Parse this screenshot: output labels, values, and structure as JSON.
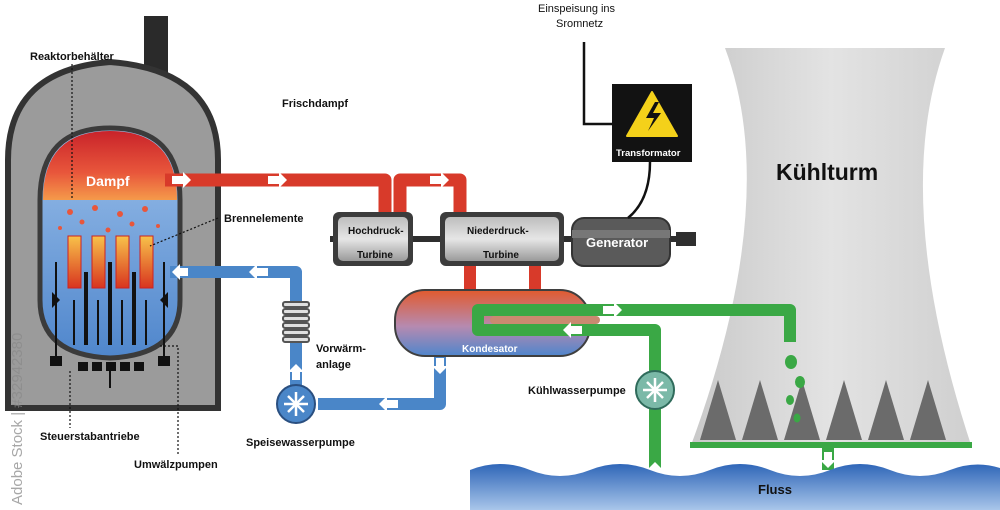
{
  "labels": {
    "reactor_vessel": "Reaktorbehälter",
    "steam": "Dampf",
    "live_steam": "Frischdampf",
    "fuel_elements": "Brennelemente",
    "hp_turbine_line1": "Hochdruck-",
    "hp_turbine_line2": "Turbine",
    "lp_turbine_line1": "Niederdruck-",
    "lp_turbine_line2": "Turbine",
    "generator": "Generator",
    "transformer": "Transformator",
    "grid_line1": "Einspeisung ins",
    "grid_line2": "Sromnetz",
    "cooling_tower": "Kühlturm",
    "condenser": "Kondesator",
    "preheater_line1": "Vorwärm-",
    "preheater_line2": "anlage",
    "feedwater_pump": "Speisewasserpumpe",
    "cooling_water_pump": "Kühlwasserpumpe",
    "control_rod_drives": "Steuerstabantriebe",
    "circulation_pumps": "Umwälzpumpen",
    "river": "Fluss"
  },
  "watermark": "Adobe Stock | #32942380",
  "colors": {
    "steam_pipe": "#d83a2a",
    "water_pipe": "#4a86c8",
    "cooling_pipe": "#3aa845",
    "vessel": "#7d7d7d",
    "tower": "#d8d8d8",
    "river": "#3f74c0"
  }
}
